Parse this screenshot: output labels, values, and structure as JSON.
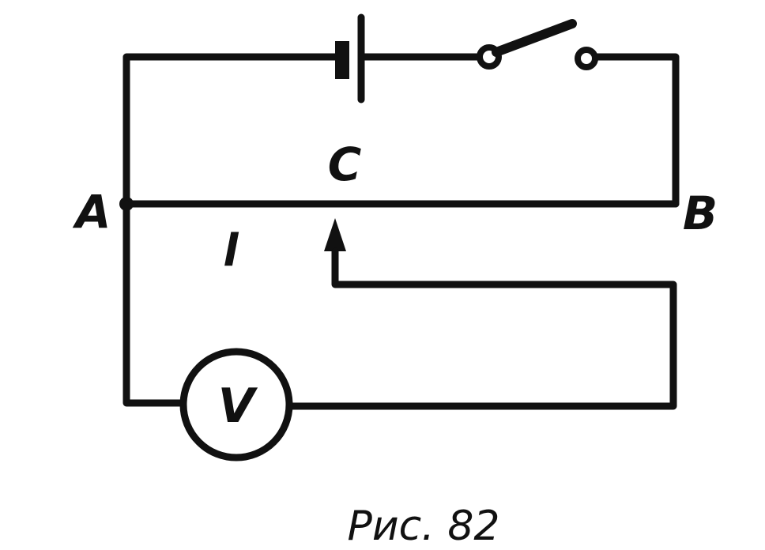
{
  "diagram": {
    "labels": {
      "a": "A",
      "b": "B",
      "c": "C",
      "l": "l",
      "voltmeter": "V"
    },
    "caption": "Рис. 82",
    "colors": {
      "ink": "#111111",
      "paper": "#ffffff"
    }
  }
}
